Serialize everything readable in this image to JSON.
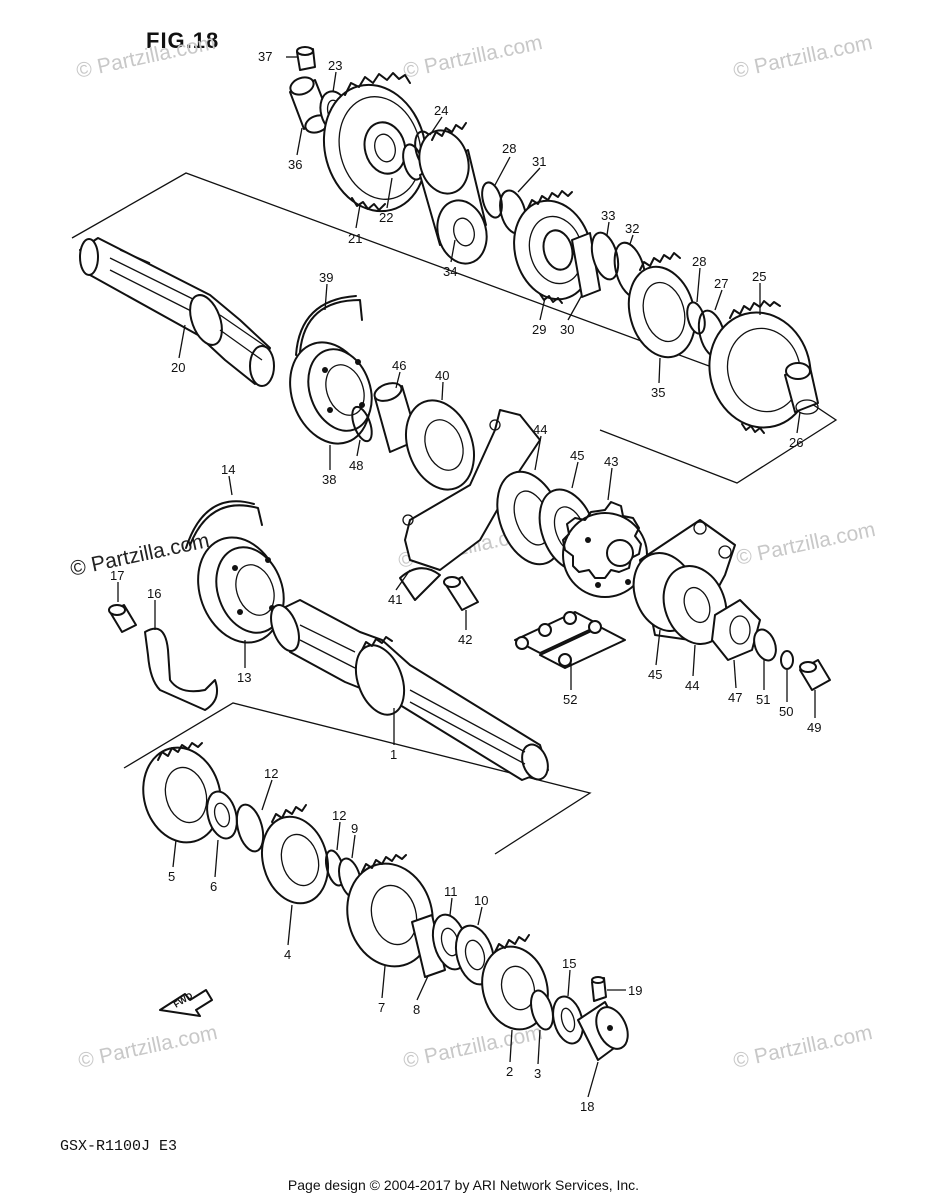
{
  "figure_label": "FIG.18",
  "model_code": "GSX-R1100J E3",
  "footer": "Page design © 2004-2017 by ARI Network Services, Inc.",
  "watermark_text": "© Partzilla.com",
  "watermark_prominent": "© Partzilla.com",
  "direction_marker": "FWD",
  "callouts": [
    {
      "id": "37",
      "text": "37"
    },
    {
      "id": "23",
      "text": "23"
    },
    {
      "id": "24",
      "text": "24"
    },
    {
      "id": "36",
      "text": "36"
    },
    {
      "id": "22",
      "text": "22"
    },
    {
      "id": "21",
      "text": "21"
    },
    {
      "id": "28a",
      "text": "28"
    },
    {
      "id": "31",
      "text": "31"
    },
    {
      "id": "34",
      "text": "34"
    },
    {
      "id": "33",
      "text": "33"
    },
    {
      "id": "32",
      "text": "32"
    },
    {
      "id": "29",
      "text": "29"
    },
    {
      "id": "30",
      "text": "30"
    },
    {
      "id": "28b",
      "text": "28"
    },
    {
      "id": "27",
      "text": "27"
    },
    {
      "id": "25",
      "text": "25"
    },
    {
      "id": "35",
      "text": "35"
    },
    {
      "id": "26",
      "text": "26"
    },
    {
      "id": "39",
      "text": "39"
    },
    {
      "id": "20",
      "text": "20"
    },
    {
      "id": "46",
      "text": "46"
    },
    {
      "id": "40",
      "text": "40"
    },
    {
      "id": "38",
      "text": "38"
    },
    {
      "id": "48",
      "text": "48"
    },
    {
      "id": "44a",
      "text": "44"
    },
    {
      "id": "45a",
      "text": "45"
    },
    {
      "id": "43",
      "text": "43"
    },
    {
      "id": "14",
      "text": "14"
    },
    {
      "id": "41",
      "text": "41"
    },
    {
      "id": "42",
      "text": "42"
    },
    {
      "id": "17",
      "text": "17"
    },
    {
      "id": "16",
      "text": "16"
    },
    {
      "id": "13",
      "text": "13"
    },
    {
      "id": "52",
      "text": "52"
    },
    {
      "id": "45b",
      "text": "45"
    },
    {
      "id": "44b",
      "text": "44"
    },
    {
      "id": "47",
      "text": "47"
    },
    {
      "id": "51",
      "text": "51"
    },
    {
      "id": "50",
      "text": "50"
    },
    {
      "id": "49",
      "text": "49"
    },
    {
      "id": "1",
      "text": "1"
    },
    {
      "id": "12a",
      "text": "12"
    },
    {
      "id": "12b",
      "text": "12"
    },
    {
      "id": "9",
      "text": "9"
    },
    {
      "id": "5",
      "text": "5"
    },
    {
      "id": "6",
      "text": "6"
    },
    {
      "id": "4",
      "text": "4"
    },
    {
      "id": "11",
      "text": "11"
    },
    {
      "id": "10",
      "text": "10"
    },
    {
      "id": "7",
      "text": "7"
    },
    {
      "id": "8",
      "text": "8"
    },
    {
      "id": "15",
      "text": "15"
    },
    {
      "id": "19",
      "text": "19"
    },
    {
      "id": "2",
      "text": "2"
    },
    {
      "id": "3",
      "text": "3"
    },
    {
      "id": "18",
      "text": "18"
    }
  ]
}
